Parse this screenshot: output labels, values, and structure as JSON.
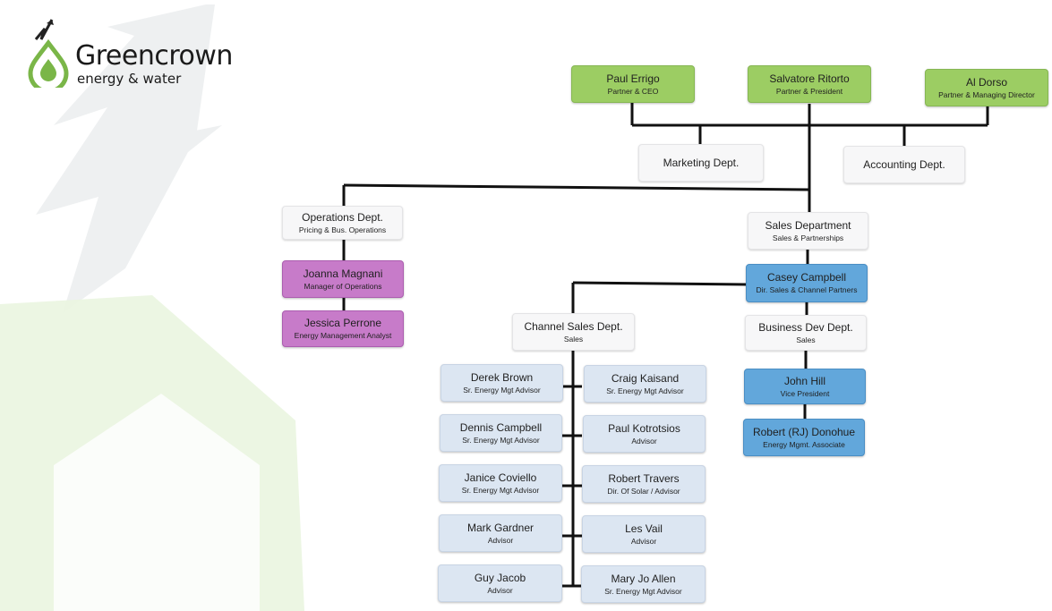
{
  "logo": {
    "name": "Greencrown",
    "tagline": "energy & water"
  },
  "colors": {
    "executive": "#9ccd63",
    "operations": "#c77bc9",
    "sales_lead": "#62a7db",
    "staff": "#dce6f2",
    "department": "#f7f7f8",
    "connector": "#111111"
  },
  "executives": [
    {
      "name": "Paul Errigo",
      "title": "Partner & CEO"
    },
    {
      "name": "Salvatore Ritorto",
      "title": "Partner & President"
    },
    {
      "name": "Al Dorso",
      "title": "Partner & Managing Director"
    }
  ],
  "departments": {
    "marketing": {
      "name": "Marketing Dept."
    },
    "accounting": {
      "name": "Accounting Dept."
    },
    "operations": {
      "name": "Operations Dept.",
      "sub": "Pricing & Bus. Operations"
    },
    "sales": {
      "name": "Sales Department",
      "sub": "Sales & Partnerships"
    },
    "channel": {
      "name": "Channel Sales Dept.",
      "sub": "Sales"
    },
    "business_dev": {
      "name": "Business Dev Dept.",
      "sub": "Sales"
    }
  },
  "operations_staff": [
    {
      "name": "Joanna Magnani",
      "title": "Manager of Operations"
    },
    {
      "name": "Jessica Perrone",
      "title": "Energy Management Analyst"
    }
  ],
  "sales_lead": {
    "name": "Casey Campbell",
    "title": "Dir. Sales & Channel Partners"
  },
  "business_dev_staff": [
    {
      "name": "John Hill",
      "title": "Vice President"
    },
    {
      "name": "Robert (RJ) Donohue",
      "title": "Energy Mgmt. Associate"
    }
  ],
  "channel_left": [
    {
      "name": "Derek Brown",
      "title": "Sr. Energy Mgt Advisor"
    },
    {
      "name": "Dennis Campbell",
      "title": "Sr. Energy Mgt Advisor"
    },
    {
      "name": "Janice Coviello",
      "title": "Sr. Energy Mgt Advisor"
    },
    {
      "name": "Mark Gardner",
      "title": "Advisor"
    },
    {
      "name": "Guy Jacob",
      "title": "Advisor"
    }
  ],
  "channel_right": [
    {
      "name": "Craig Kaisand",
      "title": "Sr. Energy Mgt Advisor"
    },
    {
      "name": "Paul Kotrotsios",
      "title": "Advisor"
    },
    {
      "name": "Robert Travers",
      "title": "Dir. Of Solar / Advisor"
    },
    {
      "name": "Les Vail",
      "title": "Advisor"
    },
    {
      "name": "Mary Jo Allen",
      "title": "Sr. Energy Mgt Advisor"
    }
  ]
}
